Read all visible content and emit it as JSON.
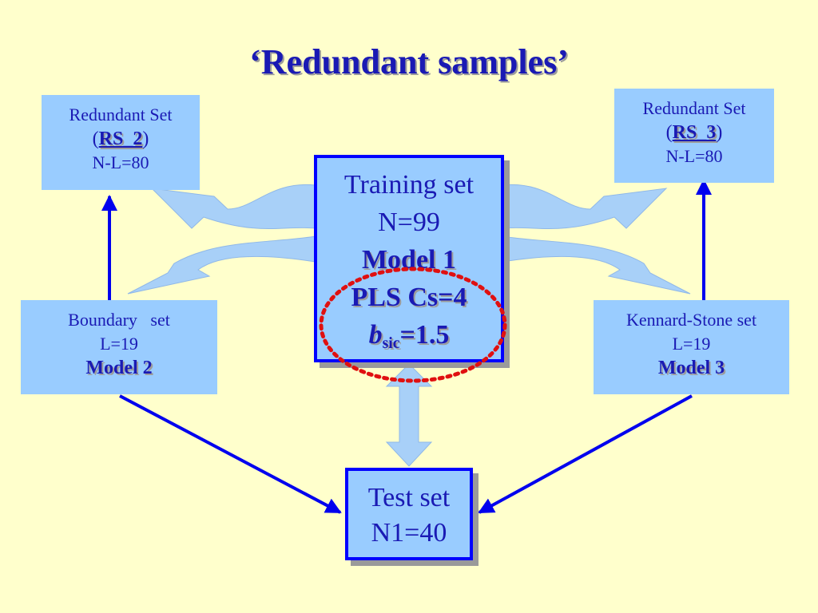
{
  "title": "‘Redundant samples’",
  "boxes": {
    "rs2": {
      "line1": "Redundant Set",
      "open": "(",
      "code": "RS_2",
      "close": ")",
      "line3": "N-L=80"
    },
    "rs3": {
      "line1": "Redundant Set",
      "open": "(",
      "code": "RS_3",
      "close": ")",
      "line3": "N-L=80"
    },
    "training": {
      "line1": "Training set",
      "line2": "N=99",
      "line3": "Model 1",
      "line4": "PLS Cs=4",
      "b": "b",
      "sub": "sic",
      "bval": "=1.5"
    },
    "boundary": {
      "line1": "Boundary   set",
      "line2": "L=19",
      "line3": "Model 2"
    },
    "kennard": {
      "line1": "Kennard-Stone set",
      "line2": "L=19",
      "line3": "Model 3"
    },
    "test": {
      "line1": "Test set",
      "line2": "N1=40"
    }
  },
  "colors": {
    "background": "#FFFFCC",
    "box_fill": "#99CCFF",
    "text": "#1A1AB4",
    "frame": "#0000FF",
    "arrow": "#0000EE",
    "curved_arrow": "#A8D0F8",
    "highlight": "#E01010"
  }
}
